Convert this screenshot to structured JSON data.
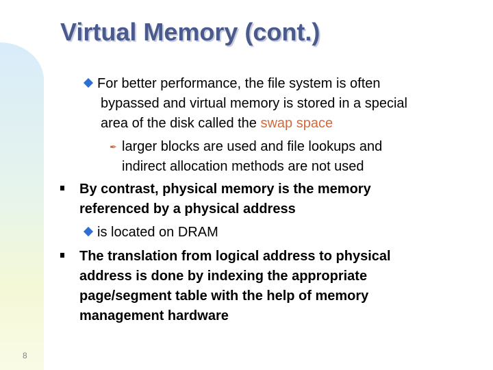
{
  "slide": {
    "title": "Virtual Memory (cont.)",
    "page_number": "8",
    "colors": {
      "title": "#4a5a8c",
      "highlight": "#d06a3a",
      "diamond_bullet": "#2f6fd4"
    },
    "icons": [
      "diamond-bullet-icon",
      "square-bullet-icon",
      "pen-bullet-icon"
    ],
    "bullet1": {
      "line1": "For better performance, the file system is often",
      "line2": "bypassed and virtual memory is stored in a special",
      "line3_pre": "area of the disk called the ",
      "line3_highlight": "swap space",
      "sub1_line1": "larger blocks are used and file lookups and",
      "sub1_line2": "indirect allocation methods are not used"
    },
    "bullet2": {
      "line1": "By contrast, physical memory is the memory",
      "line2": "referenced by a physical address",
      "sub1": "is located on DRAM"
    },
    "bullet3": {
      "line1": "The translation from logical address to physical",
      "line2": "address is done by indexing the appropriate",
      "line3": "page/segment table with the help of memory",
      "line4": "management hardware"
    }
  }
}
